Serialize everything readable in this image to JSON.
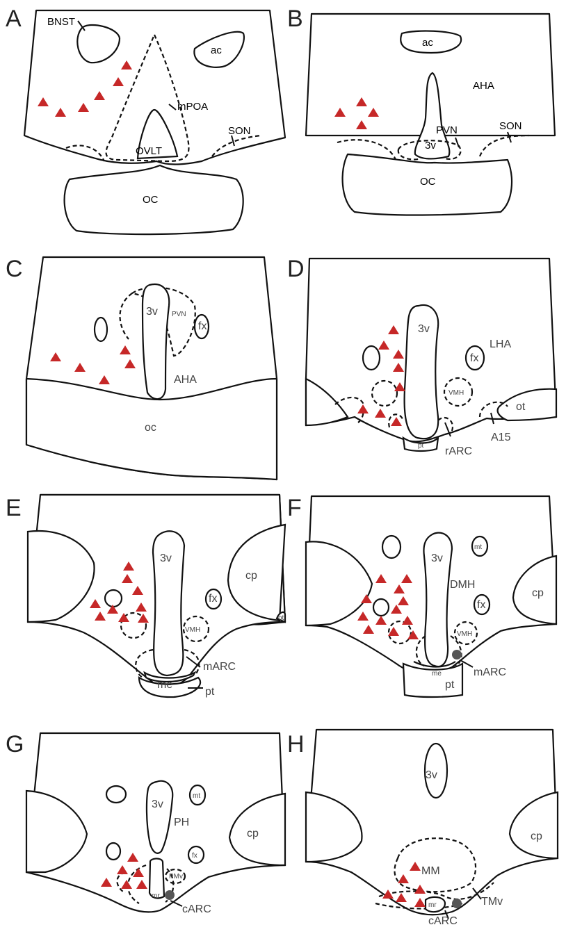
{
  "panels": {
    "A": {
      "letter": "A",
      "labels": {
        "bnst": "BNST",
        "ac": "ac",
        "mpoa": "mPOA",
        "son": "SON",
        "ovlt": "OVLT",
        "oc": "OC"
      }
    },
    "B": {
      "letter": "B",
      "labels": {
        "ac": "ac",
        "aha": "AHA",
        "pvn": "PVN",
        "son": "SON",
        "v3": "3v",
        "oc": "OC"
      }
    },
    "C": {
      "letter": "C",
      "labels": {
        "v3": "3v",
        "pvn": "PVN",
        "fx": "fx",
        "aha": "AHA",
        "oc": "oc"
      }
    },
    "D": {
      "letter": "D",
      "labels": {
        "v3": "3v",
        "lha": "LHA",
        "fx": "fx",
        "vmh": "VMH",
        "ot": "ot",
        "rarc": "rARC",
        "a15": "A15",
        "pt": "pt"
      }
    },
    "E": {
      "letter": "E",
      "labels": {
        "v3": "3v",
        "cp": "cp",
        "fx": "fx",
        "vmh": "VMH",
        "ot": "ot",
        "marc": "mARC",
        "me": "me",
        "pt": "pt"
      }
    },
    "F": {
      "letter": "F",
      "labels": {
        "v3": "3v",
        "mt": "mt",
        "dmh": "DMH",
        "fx": "fx",
        "cp": "cp",
        "vmh": "VMH",
        "marc": "mARC",
        "me": "me",
        "pt": "pt"
      }
    },
    "G": {
      "letter": "G",
      "labels": {
        "v3": "3v",
        "mt": "mt",
        "ph": "PH",
        "cp": "cp",
        "fx": "fx",
        "pmv": "PMv",
        "mr": "mr",
        "carc": "cARC"
      }
    },
    "H": {
      "letter": "H",
      "labels": {
        "v3": "3v",
        "cp": "cp",
        "mm": "MM",
        "tmv": "TMv",
        "mr": "mr",
        "carc": "cARC"
      }
    }
  },
  "colors": {
    "marker": "#c62828",
    "dot": "#555555",
    "outline": "#111111"
  },
  "marker_icon": "red-triangle",
  "dot_icon": "gray-circle"
}
